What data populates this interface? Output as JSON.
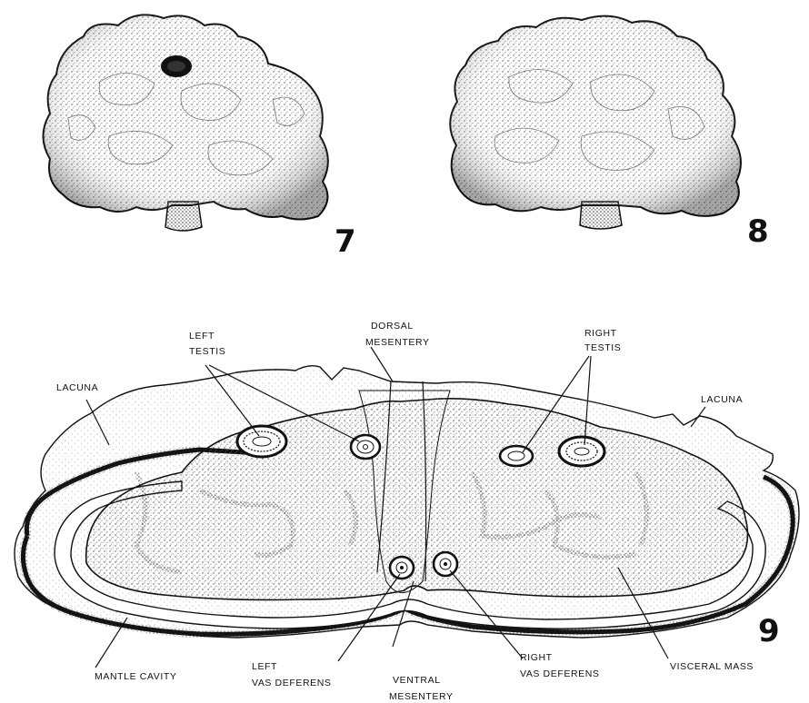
{
  "figures": {
    "fig7": {
      "number": "7"
    },
    "fig8": {
      "number": "8"
    },
    "fig9": {
      "number": "9",
      "labels": {
        "left_testis_1": "LEFT",
        "left_testis_2": "TESTIS",
        "dorsal_mesentery_1": "DORSAL",
        "dorsal_mesentery_2": "MESENTERY",
        "right_testis_1": "RIGHT",
        "right_testis_2": "TESTIS",
        "lacuna_left": "LACUNA",
        "lacuna_right": "LACUNA",
        "mantle_cavity": "MANTLE CAVITY",
        "left_vas_1": "LEFT",
        "left_vas_2": "VAS DEFERENS",
        "ventral_mesentery_1": "VENTRAL",
        "ventral_mesentery_2": "MESENTERY",
        "right_vas_1": "RIGHT",
        "right_vas_2": "VAS DEFERENS",
        "visceral_mass": "VISCERAL MASS"
      }
    }
  },
  "colors": {
    "ink": "#111111",
    "paper": "#ffffff",
    "stipple": "#555555"
  }
}
